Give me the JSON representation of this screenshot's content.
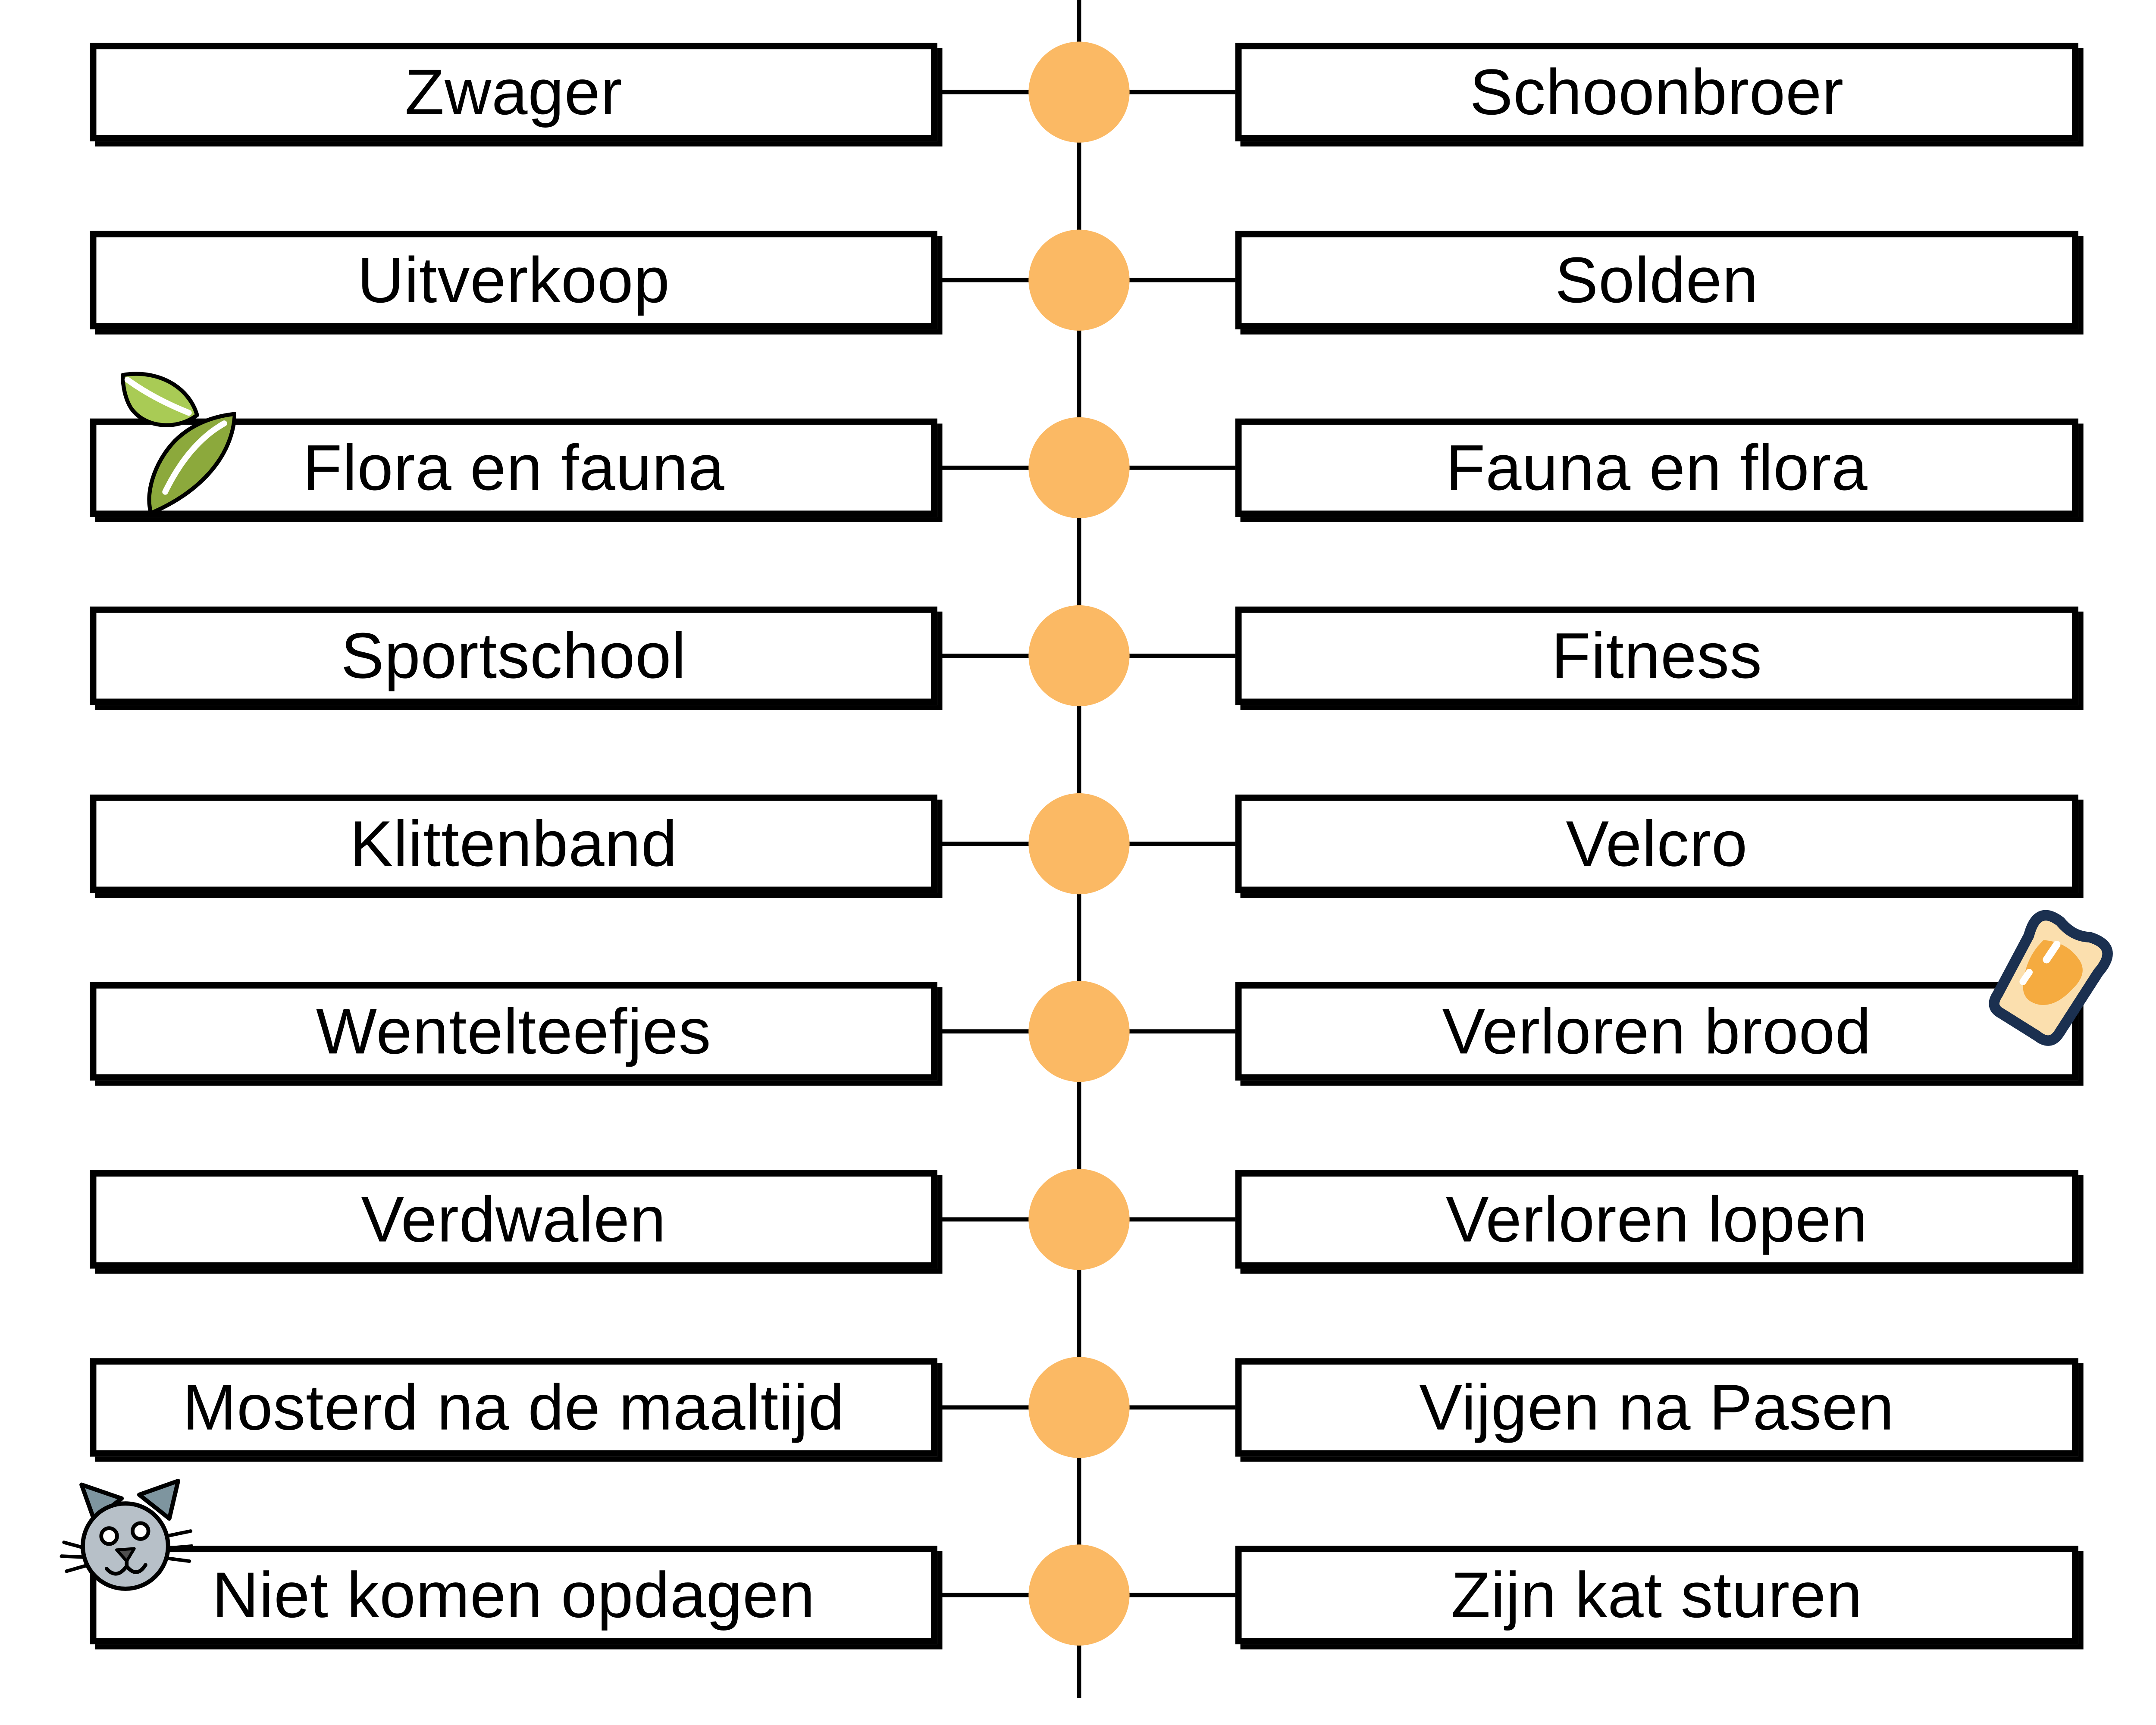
{
  "exercise": {
    "type": "matching-pairs",
    "left_column_language": "Nederlands-Nederlands (zoals afgebeeld links)",
    "right_column_language": "Belgisch-Nederlands (zoals afgebeeld rechts)"
  },
  "pairs": [
    {
      "left": "Zwager",
      "right": "Schoonbroer"
    },
    {
      "left": "Uitverkoop",
      "right": "Solden"
    },
    {
      "left": "Flora en fauna",
      "right": "Fauna en flora"
    },
    {
      "left": "Sportschool",
      "right": "Fitness"
    },
    {
      "left": "Klittenband",
      "right": "Velcro"
    },
    {
      "left": "Wentelteefjes",
      "right": "Verloren brood"
    },
    {
      "left": "Verdwalen",
      "right": "Verloren lopen"
    },
    {
      "left": "Mosterd na de maaltijd",
      "right": "Vijgen na Pasen"
    },
    {
      "left": "Niet komen opdagen",
      "right": "Zijn kat sturen"
    }
  ],
  "icons": [
    {
      "name": "leaf-icon",
      "attached_to": "Flora en fauna",
      "position": "top-left of left box, row 3"
    },
    {
      "name": "toast-icon",
      "attached_to": "Verloren brood",
      "position": "top-right of right box, row 6"
    },
    {
      "name": "cat-icon",
      "attached_to": "Niet komen opdagen",
      "position": "top-left of left box, row 9"
    }
  ],
  "colors": {
    "connector_dot": "#FBB964",
    "line_and_border": "#000000",
    "background": "#FFFFFF",
    "leaf_light_green": "#A9CB55",
    "leaf_dark_green": "#8CA93C",
    "toast_outline_navy": "#1B3050",
    "toast_bread_cream": "#FBDFAE",
    "toast_butter_orange": "#F5AB40",
    "cat_head_gray": "#B7C0C8",
    "cat_ear_gray": "#7E959F"
  }
}
